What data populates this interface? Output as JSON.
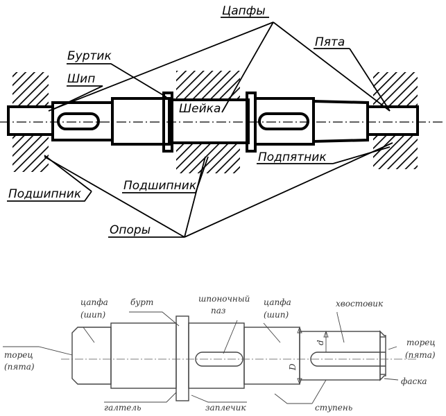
{
  "top": {
    "labels": {
      "tsapfy": "Цапфы",
      "pyata": "Пята",
      "burtik": "Буртик",
      "ship": "Шип",
      "sheika": "Шейка",
      "podpyatnik": "Подпятник",
      "podshipnik_center": "Подшипник",
      "podshipnik_left": "Подшипник",
      "opory": "Опоры"
    }
  },
  "bottom": {
    "labels": {
      "tsapfa1_line1": "цапфа",
      "tsapfa1_line2": "(шип)",
      "burt": "бурт",
      "shponochny_line1": "шпоночный",
      "shponochny_line2": "паз",
      "tsapfa2_line1": "цапфа",
      "tsapfa2_line2": "(шип)",
      "khvostovik": "хвостовик",
      "torets_left_line1": "торец",
      "torets_left_line2": "(пята)",
      "torets_right_line1": "торец",
      "torets_right_line2": "(пята)",
      "faska": "фаска",
      "galtel": "галтель",
      "zaplechik": "заплечик",
      "stupen": "ступень",
      "dim_D": "D",
      "dim_d": "d"
    }
  }
}
